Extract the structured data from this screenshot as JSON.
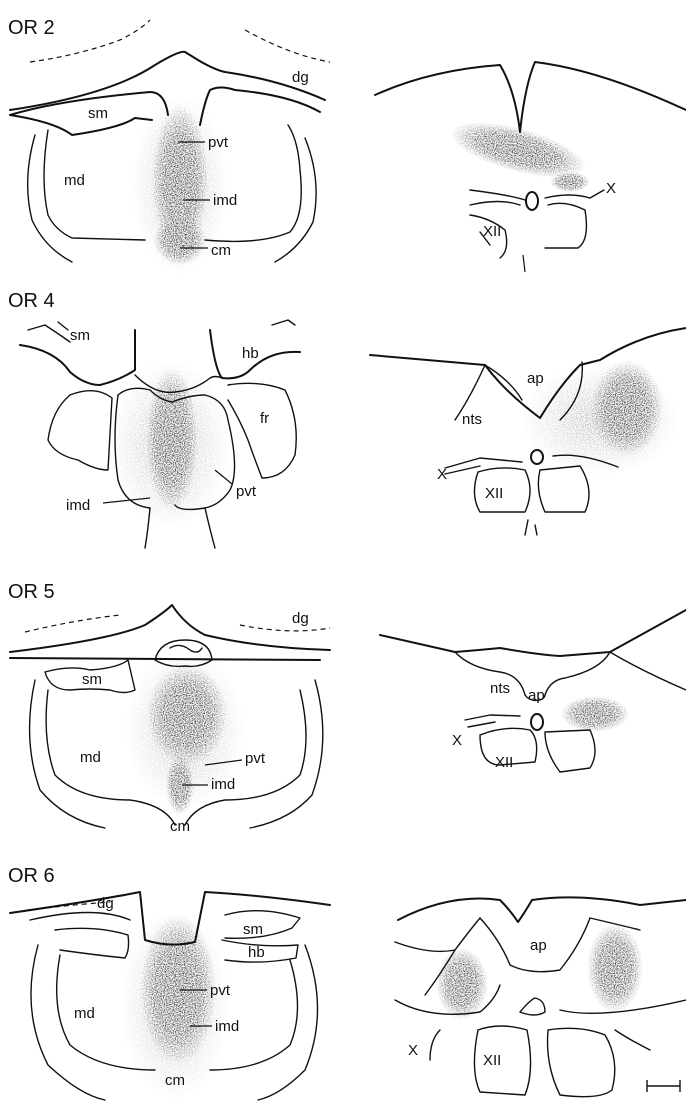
{
  "panels": [
    {
      "title": "OR 2",
      "left_labels": {
        "sm": "sm",
        "md": "md",
        "pvt": "pvt",
        "imd": "imd",
        "cm": "cm",
        "dg": "dg"
      },
      "right_labels": {
        "X": "X",
        "XII": "XII"
      }
    },
    {
      "title": "OR 4",
      "left_labels": {
        "sm": "sm",
        "hb": "hb",
        "fr": "fr",
        "pvt": "pvt",
        "imd": "imd"
      },
      "right_labels": {
        "ap": "ap",
        "nts": "nts",
        "X": "X",
        "XII": "XII"
      }
    },
    {
      "title": "OR 5",
      "left_labels": {
        "dg": "dg",
        "sm": "sm",
        "md": "md",
        "pvt": "pvt",
        "imd": "imd",
        "cm": "cm"
      },
      "right_labels": {
        "ap": "ap",
        "nts": "nts",
        "X": "X",
        "XII": "XII"
      }
    },
    {
      "title": "OR 6",
      "left_labels": {
        "dg": "dg",
        "sm": "sm",
        "hb": "hb",
        "md": "md",
        "pvt": "pvt",
        "imd": "imd",
        "cm": "cm"
      },
      "right_labels": {
        "ap": "ap",
        "X": "X",
        "XII": "XII"
      }
    }
  ],
  "colors": {
    "ink": "#111111",
    "background": "#ffffff"
  }
}
